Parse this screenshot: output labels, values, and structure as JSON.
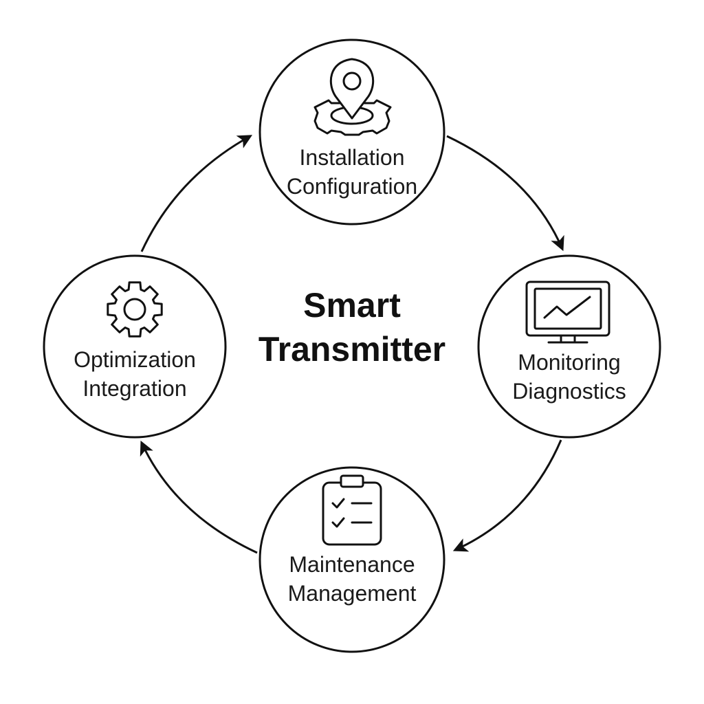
{
  "title": {
    "line1": "Smart",
    "line2": "Transmitter"
  },
  "stages": [
    {
      "id": "installation",
      "line1": "Installation",
      "line2": "Configuration",
      "icon": "location-pin-gear-icon"
    },
    {
      "id": "monitoring",
      "line1": "Monitoring",
      "line2": "Diagnostics",
      "icon": "monitor-chart-icon"
    },
    {
      "id": "maintenance",
      "line1": "Maintenance",
      "line2": "Management",
      "icon": "clipboard-checklist-icon"
    },
    {
      "id": "optimization",
      "line1": "Optimization",
      "line2": "Integration",
      "icon": "gear-icon"
    }
  ],
  "flow": "clockwise",
  "colors": {
    "stroke": "#111111",
    "background": "#ffffff",
    "text": "#1a1a1a"
  }
}
